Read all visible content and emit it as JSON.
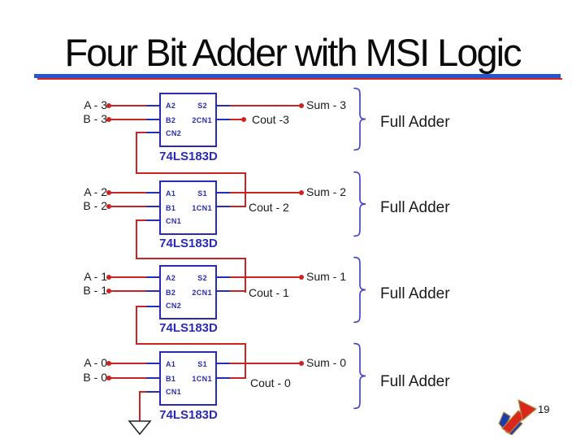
{
  "slide": {
    "title": "Four Bit Adder with MSI Logic",
    "page_number": "19"
  },
  "colors": {
    "wire_red": "#cc2222",
    "component_blue": "#2a2ab8",
    "brace_blue": "#4444cc",
    "underline_blue": "#2257d0",
    "underline_red": "#dd2222",
    "text_black": "#1a1a1a"
  },
  "icons": {
    "ground_icon": "ground-symbol-triangle",
    "logo_icon": "red-blue-arrow-logo"
  },
  "stages": [
    {
      "a_label": "A - 3",
      "b_label": "B - 3",
      "chip_label": "74LS183D",
      "sum_label": "Sum - 3",
      "cout_label": "Cout -3",
      "group_label": "Full Adder",
      "pins": {
        "a": "A2",
        "b": "B2",
        "carry_in": "CN2",
        "sum": "S2",
        "carry_out": "2CN1"
      }
    },
    {
      "a_label": "A - 2",
      "b_label": "B - 2",
      "chip_label": "74LS183D",
      "sum_label": "Sum - 2",
      "cout_label": "Cout - 2",
      "group_label": "Full Adder",
      "pins": {
        "a": "A1",
        "b": "B1",
        "carry_in": "CN1",
        "sum": "S1",
        "carry_out": "1CN1"
      }
    },
    {
      "a_label": "A - 1",
      "b_label": "B - 1",
      "chip_label": "74LS183D",
      "sum_label": "Sum - 1",
      "cout_label": "Cout - 1",
      "group_label": "Full Adder",
      "pins": {
        "a": "A2",
        "b": "B2",
        "carry_in": "CN2",
        "sum": "S2",
        "carry_out": "2CN1"
      }
    },
    {
      "a_label": "A - 0",
      "b_label": "B - 0",
      "chip_label": "74LS183D",
      "sum_label": "Sum - 0",
      "cout_label": "Cout - 0",
      "group_label": "Full Adder",
      "pins": {
        "a": "A1",
        "b": "B1",
        "carry_in": "CN1",
        "sum": "S1",
        "carry_out": "1CN1"
      }
    }
  ]
}
